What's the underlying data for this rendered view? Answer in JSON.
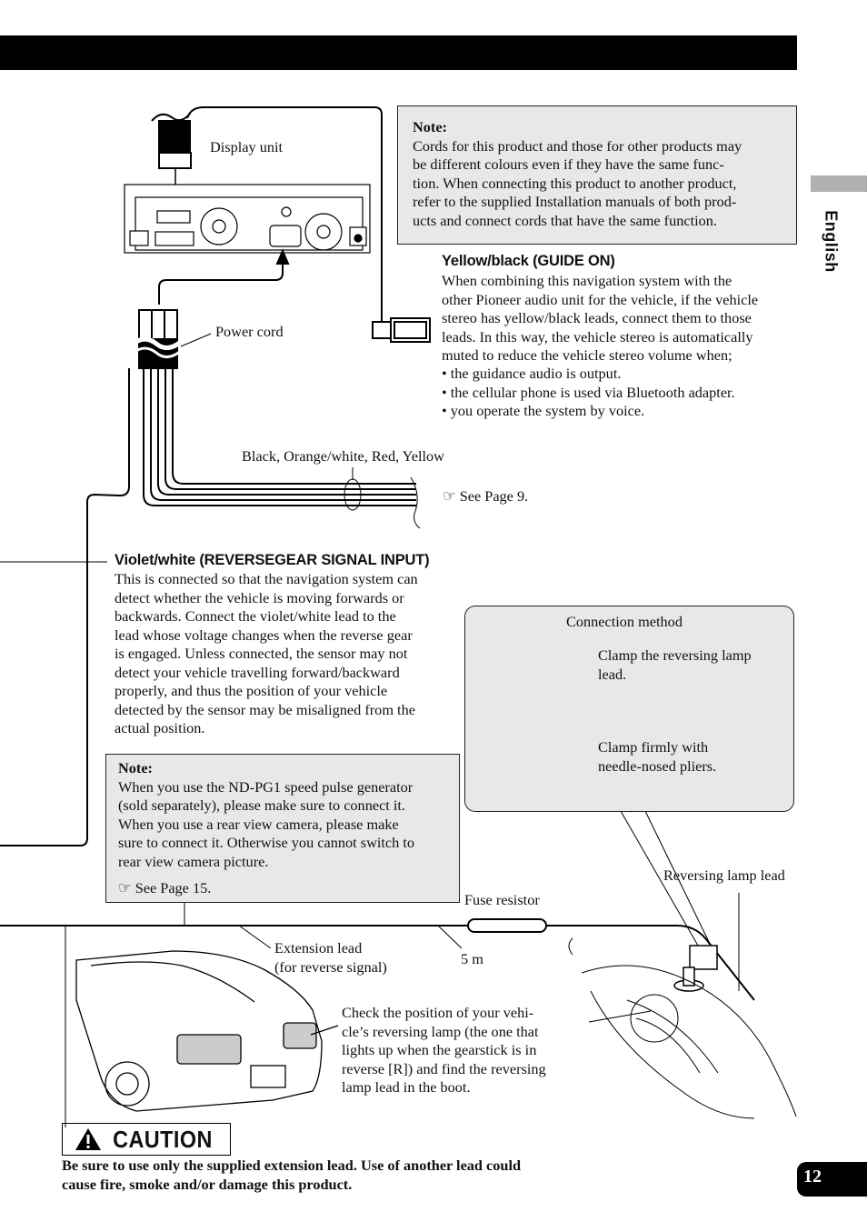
{
  "side_tab": {
    "language": "English"
  },
  "page_number": "12",
  "diagram_labels": {
    "display_unit": "Display unit",
    "power_cord": "Power cord",
    "wire_colors": "Black, Orange/white, Red, Yellow",
    "see_page_9": "See Page 9.",
    "fuse_resistor": "Fuse resistor",
    "extension_lead": "Extension lead\n(for reverse signal)",
    "length": "5 m",
    "reversing_lamp_lead": "Reversing lamp lead",
    "check_position": "Check the position of your vehi-\ncle’s reversing lamp (the one that\nlights up when the gearstick is in\nreverse [R]) and find the reversing\nlamp lead in the boot."
  },
  "note_top": {
    "title": "Note:",
    "text": "Cords for this product and those for other products may\nbe different colours even if they have the same func-\ntion. When connecting this product to another product,\nrefer to the supplied Installation manuals of both prod-\nucts and connect cords that have the same function."
  },
  "guide_on": {
    "heading": "Yellow/black (GUIDE ON)",
    "text": "When combining this navigation system with the\nother Pioneer audio unit for the vehicle, if the vehicle\nstereo has yellow/black leads, connect them to those\nleads. In this way, the vehicle stereo is automatically\nmuted to reduce the vehicle stereo volume when;",
    "bullets": [
      "• the guidance audio is output.",
      "• the cellular phone is used via Bluetooth adapter.",
      "• you operate the system by voice."
    ]
  },
  "reverse_gear": {
    "heading": "Violet/white (REVERSEGEAR SIGNAL INPUT)",
    "text": "This is connected so that the navigation system can\ndetect whether the vehicle is moving forwards or\nbackwards. Connect the violet/white lead to the\nlead whose voltage changes when the reverse gear\nis engaged. Unless connected, the sensor may not\ndetect your vehicle travelling forward/backward\nproperly, and thus the position of your vehicle\ndetected by the sensor may be misaligned from the\nactual position."
  },
  "note_bottom": {
    "title": "Note:",
    "text": "When you use the ND-PG1 speed pulse generator\n(sold separately), please make sure to connect it.\nWhen you use a rear view camera, please make\nsure to connect it. Otherwise you cannot switch to\nrear view camera picture.",
    "see_page": "See Page 15."
  },
  "connection_method": {
    "title": "Connection method",
    "step1": "Clamp the reversing lamp\nlead.",
    "step2": "Clamp firmly with\nneedle-nosed pliers."
  },
  "caution": {
    "label": "CAUTION",
    "text": "Be sure to use only the supplied extension lead. Use of another lead could\ncause fire, smoke and/or damage this product."
  },
  "colors": {
    "header_bar": "#000000",
    "note_bg": "#e8e8e8",
    "tab_gray": "#b0b0b0",
    "page_tab": "#000000"
  }
}
